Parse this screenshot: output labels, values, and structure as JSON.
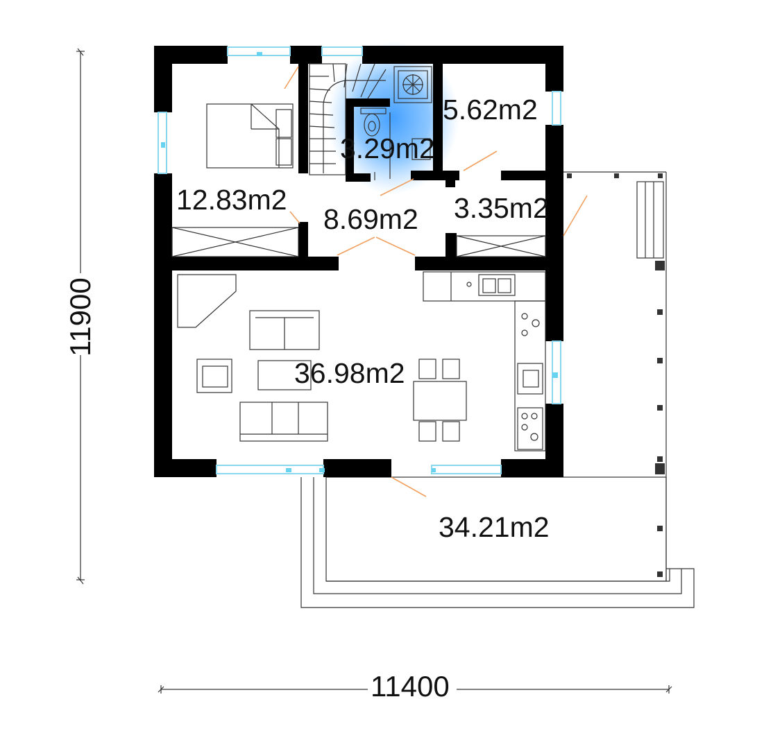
{
  "plan": {
    "rooms": {
      "bedroom": "12.83m2",
      "wc": "3.29m2",
      "bathroom": "5.62m2",
      "hall": "8.69m2",
      "storage": "3.35m2",
      "living": "36.98m2",
      "terrace": "34.21m2"
    },
    "dimensions": {
      "height": "11900",
      "width": "11400"
    },
    "colors": {
      "wall": "#000000",
      "window": "#66d4f0",
      "door_swing": "#f0a060",
      "highlight": "#3b9bff",
      "furniture": "#333333"
    }
  }
}
